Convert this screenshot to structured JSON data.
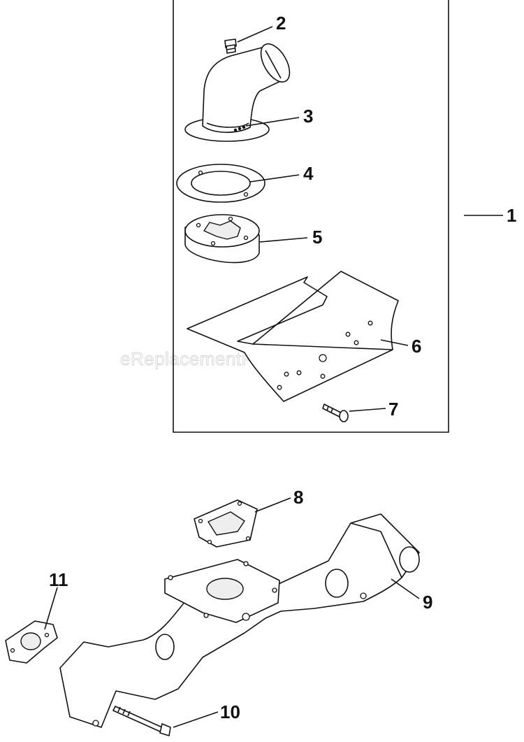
{
  "diagram": {
    "type": "exploded-parts-diagram",
    "watermark": "eReplacementParts.com",
    "callouts": [
      "1",
      "2",
      "3",
      "4",
      "5",
      "6",
      "7",
      "8",
      "9",
      "10",
      "11"
    ],
    "colors": {
      "line": "#111111",
      "background": "#ffffff",
      "watermark": "#d4d4d4"
    }
  }
}
